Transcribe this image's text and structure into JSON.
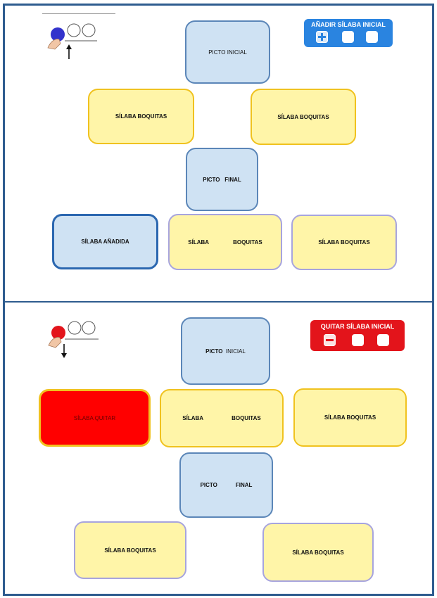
{
  "top": {
    "toolbar_title": "AÑADIR SÍLABA INICIAL",
    "picto_inicial": [
      "PICTO",
      "INICIAL"
    ],
    "silaba_left": "SÍLABA BOQUITAS",
    "silaba_right": "SÍLABA BOQUITAS",
    "picto_final": [
      "PICTO",
      "FINAL"
    ],
    "row": {
      "added": "SÍLABA AÑADIDA",
      "middle": [
        "SÍLABA",
        "BOQUITAS"
      ],
      "right": "SÍLABA BOQUITAS"
    }
  },
  "bottom": {
    "toolbar_title": "QUITAR SÍLABA INICIAL",
    "picto_inicial": [
      "PICTO",
      "INICIAL"
    ],
    "quitar": "SÍLABA QUITAR",
    "middle": [
      "SÍLABA",
      "BOQUITAS"
    ],
    "right": "SÍLABA BOQUITAS",
    "picto_final": [
      "PICTO",
      "FINAL"
    ],
    "row_left": "SÍLABA BOQUITAS",
    "row_right": "SÍLABA BOQUITAS"
  },
  "colors": {
    "frame": "#2e5c8f",
    "add_toolbar": "#2a84e0",
    "remove_toolbar": "#e3141b",
    "add_dot": "#3333cc",
    "remove_dot": "#e3141b"
  },
  "icons": [
    "tap-gesture-icon",
    "plus-icon",
    "minus-icon"
  ]
}
